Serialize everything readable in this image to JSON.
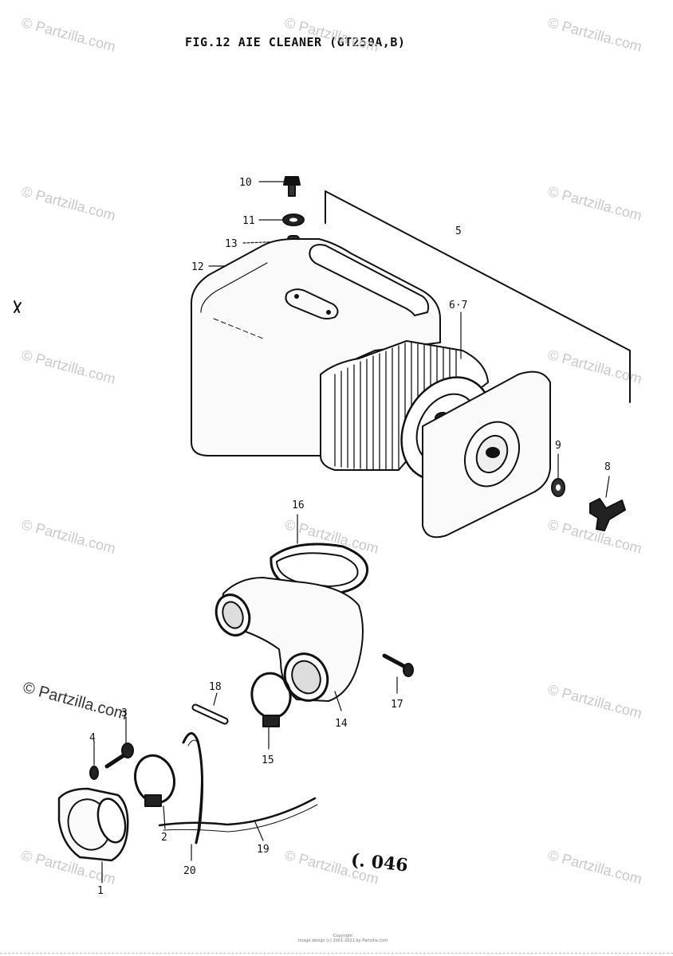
{
  "figure": {
    "title": "FIG.12  AIE CLEANER (GT250A,B)",
    "drawing_code": "(. 046",
    "copyright_line1": "Copyright",
    "copyright_line2": "Image design (c) 2001-2021 by Partzilla.com",
    "colors": {
      "ink": "#111111",
      "watermark": "#c8c8c8",
      "paper": "#ffffff"
    }
  },
  "watermark": {
    "text": "© Partzilla.com",
    "strong_text": "© Partzilla.com"
  },
  "callouts": {
    "c1": "1",
    "c2": "2",
    "c3": "3",
    "c4": "4",
    "c5": "5",
    "c67": "6·7",
    "c8": "8",
    "c9": "9",
    "c10": "10",
    "c11": "11",
    "c12": "12",
    "c13": "13",
    "c14": "14",
    "c15": "15",
    "c16": "16",
    "c17": "17",
    "c18": "18",
    "c19": "19",
    "c20": "20"
  }
}
